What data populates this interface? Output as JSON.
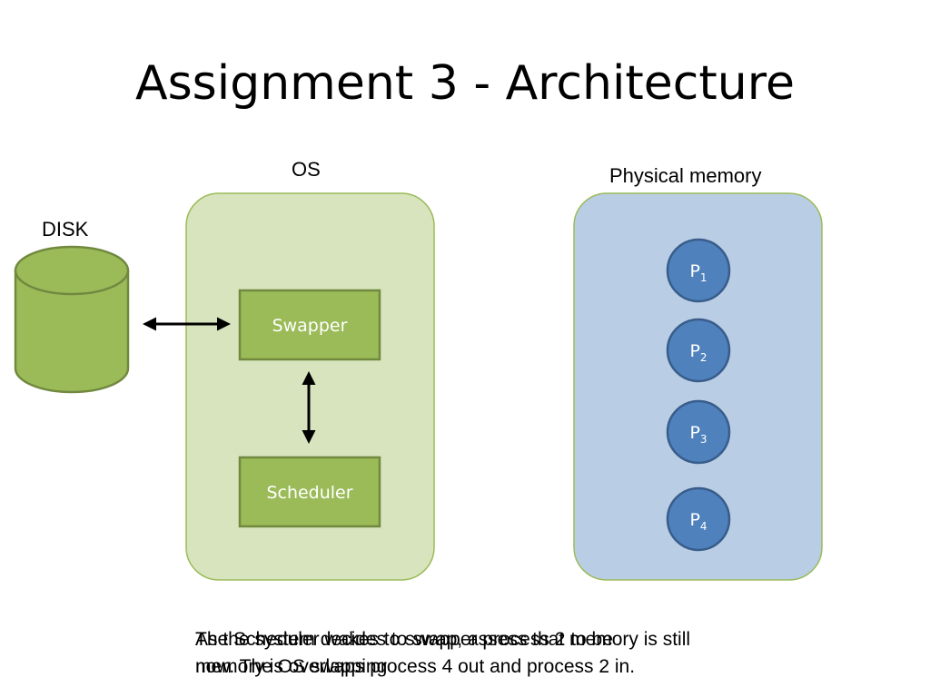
{
  "slide": {
    "title": "Assignment 3 - Architecture"
  },
  "labels": {
    "os": "OS",
    "physical_memory": "Physical memory",
    "disk": "DISK"
  },
  "os_box": {
    "swapper": "Swapper",
    "scheduler": "Scheduler"
  },
  "memory": {
    "processes": [
      {
        "letter": "P",
        "sub": "1"
      },
      {
        "letter": "P",
        "sub": "2"
      },
      {
        "letter": "P",
        "sub": "3"
      },
      {
        "letter": "P",
        "sub": "4"
      }
    ]
  },
  "captions": {
    "a_line1": "The Scheduler wakes to swapper process 2 to be",
    "a_line2": "now. The OS swaps process 4 out and process 2 in.",
    "b_line1": "As the system decides to swap, assess that memory is still",
    "b_line2": "memory is overlapping"
  },
  "colors": {
    "os_fill": "#d7e4bd",
    "os_stroke": "#9bbb59",
    "component_fill": "#9bbb59",
    "component_stroke": "#71893f",
    "memory_fill": "#b9cde5",
    "memory_stroke": "#9bbb59",
    "process_fill": "#4f81bd",
    "process_stroke": "#385d8a",
    "disk_fill": "#9bbb59",
    "disk_stroke": "#71893f"
  }
}
